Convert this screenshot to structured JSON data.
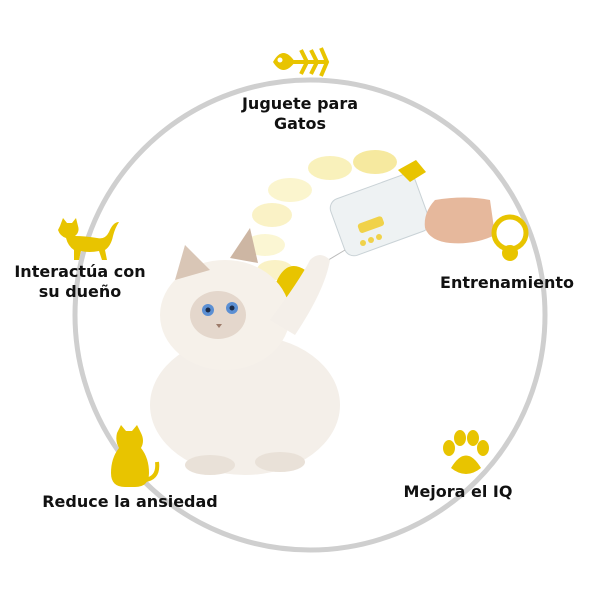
{
  "features": {
    "toy": {
      "label": "Juguete para\nGatos",
      "icon": "fish-bone-icon"
    },
    "training": {
      "label": "Entrenamiento",
      "icon": "cat-collar-icon"
    },
    "iq": {
      "label": "Mejora el IQ",
      "icon": "paw-print-icon"
    },
    "anxiety": {
      "label": "Reduce la ansiedad",
      "icon": "sitting-cat-icon"
    },
    "owner": {
      "label": "Interactúa con\nsu dueño",
      "icon": "walking-cat-icon"
    }
  },
  "colors": {
    "accent": "#e8c400",
    "ring": "#cfcfcf",
    "text": "#111111"
  }
}
